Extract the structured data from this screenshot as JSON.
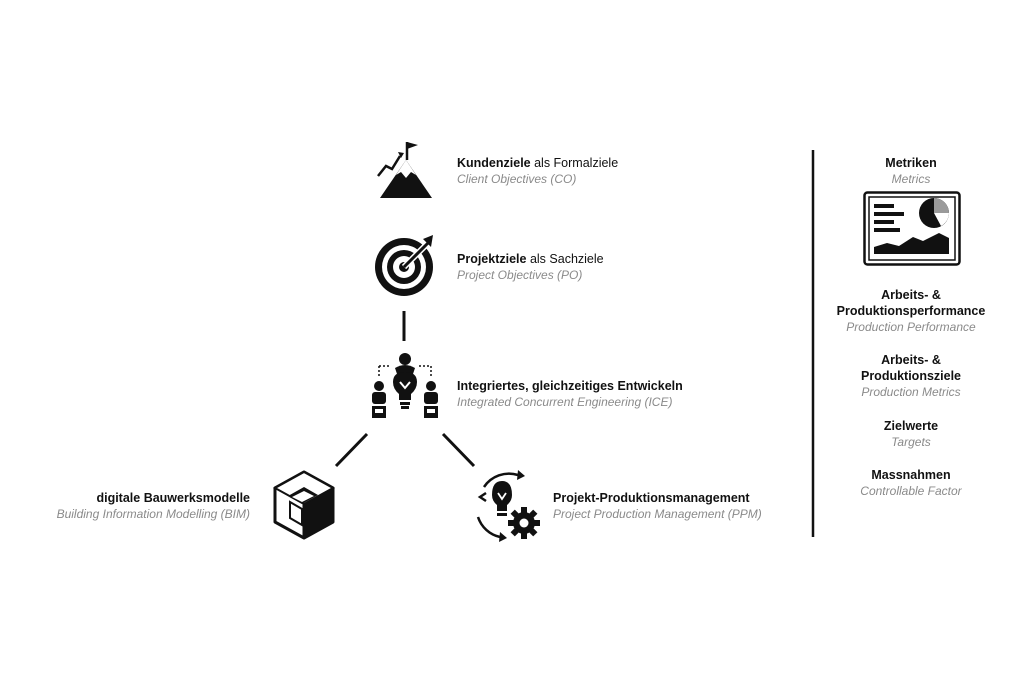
{
  "left": {
    "co": {
      "title_bold": "Kundenziele",
      "title_rest": " als Formalziele",
      "subtitle": "Client Objectives (CO)",
      "icon": "mountain-flag-icon"
    },
    "po": {
      "title_bold": "Projektziele",
      "title_rest": " als Sachziele",
      "subtitle": "Project Objectives (PO)",
      "icon": "target-arrow-icon"
    },
    "ice": {
      "title_bold": "Integriertes, gleichzeitiges Entwickeln",
      "subtitle": "Integrated Concurrent Engineering (ICE)",
      "icon": "team-idea-icon"
    },
    "bim": {
      "title_bold": "digitale Bauwerksmodelle",
      "subtitle": "Building Information Modelling (BIM)",
      "icon": "cube-icon"
    },
    "ppm": {
      "title_bold": "Projekt-Produktionsmanagement",
      "subtitle": "Project Production Management (PPM)",
      "icon": "bulb-gear-cycle-icon"
    }
  },
  "right": {
    "metrics": {
      "title": "Metriken",
      "subtitle": "Metrics",
      "icon": "dashboard-icon"
    },
    "performance": {
      "title_line1": "Arbeits- &",
      "title_line2": "Produktionsperformance",
      "subtitle": "Production Performance"
    },
    "prod_goals": {
      "title_line1": "Arbeits- &",
      "title_line2": "Produktionsziele",
      "subtitle": "Production Metrics"
    },
    "targets": {
      "title": "Zielwerte",
      "subtitle": "Targets"
    },
    "measures": {
      "title": "Massnahmen",
      "subtitle": "Controllable Factor"
    }
  },
  "colors": {
    "ink": "#111111",
    "subtitle": "#8a8a8a",
    "background": "#ffffff"
  }
}
